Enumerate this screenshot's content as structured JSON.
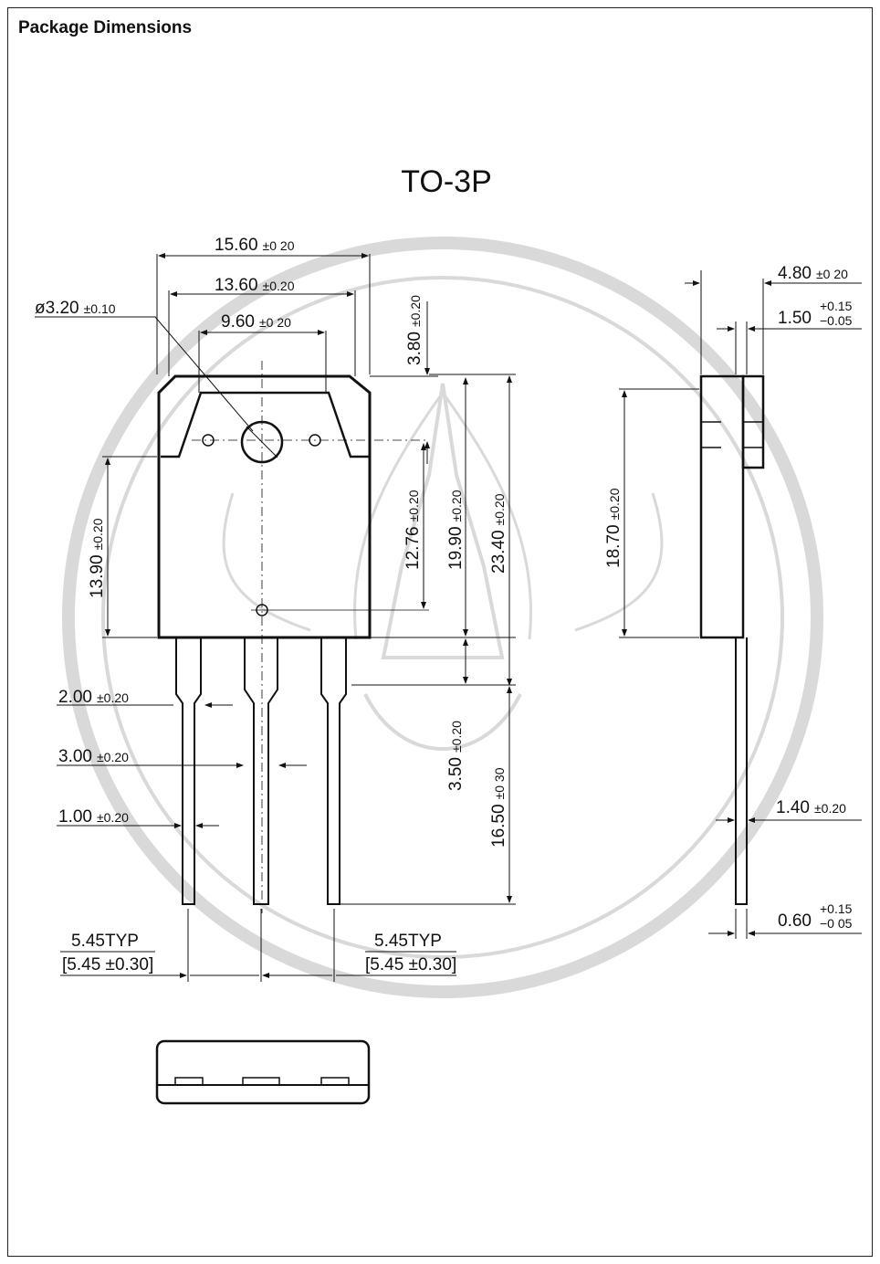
{
  "header": {
    "title": "Package Dimensions"
  },
  "package": {
    "name": "TO-3P"
  },
  "dimensions": {
    "overall_width": {
      "value": "15.60",
      "tol": "±0 20"
    },
    "body_width": {
      "value": "13.60",
      "tol": "±0.20"
    },
    "inner_width": {
      "value": "9.60",
      "tol": "±0 20"
    },
    "hole_diameter": {
      "value": "ø3.20",
      "tol": "±0.10"
    },
    "top_to_hole": {
      "value": "3.80",
      "tol": "±0.20"
    },
    "hole_to_body_bottom": {
      "value": "12.76",
      "tol": "±0.20"
    },
    "body_height": {
      "value": "19.90",
      "tol": "±0.20"
    },
    "total_body_height": {
      "value": "23.40",
      "tol": "±0.20"
    },
    "side_body_height": {
      "value": "13.90",
      "tol": "±0.20"
    },
    "lead_shoulder_height": {
      "value": "3.50",
      "tol": "±0.20"
    },
    "lead_length": {
      "value": "16.50",
      "tol": "±0 30"
    },
    "lead_width_a": {
      "value": "2.00",
      "tol": "±0.20"
    },
    "lead_width_b": {
      "value": "3.00",
      "tol": "±0.20"
    },
    "lead_width_c": {
      "value": "1.00",
      "tol": "±0.20"
    },
    "pitch_left": {
      "value": "5.45TYP",
      "sub": "[5.45 ±0.30]"
    },
    "pitch_right": {
      "value": "5.45TYP",
      "sub": "[5.45 ±0.30]"
    },
    "side_thickness": {
      "value": "4.80",
      "tol": "±0 20"
    },
    "side_tab": {
      "value": "1.50",
      "tol_plus": "+0.15",
      "tol_minus": "−0.05"
    },
    "side_height": {
      "value": "18.70",
      "tol": "±0.20"
    },
    "lead_thickness_side": {
      "value": "1.40",
      "tol": "±0.20"
    },
    "lead_thickness_tip": {
      "value": "0.60",
      "tol_plus": "+0.15",
      "tol_minus": "−0 05"
    }
  }
}
